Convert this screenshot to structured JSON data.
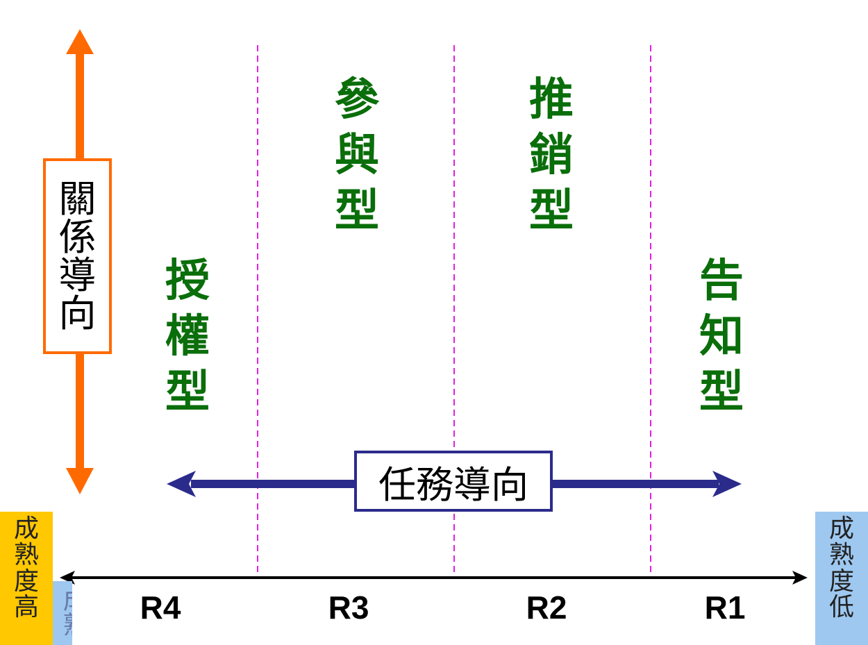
{
  "relationship_axis": {
    "label": "關係導向",
    "color": "#ff6a00"
  },
  "task_axis": {
    "label": "任務導向",
    "color": "#2b2b8c"
  },
  "styles": [
    {
      "id": "delegating",
      "label": "授權型",
      "stage": "R4"
    },
    {
      "id": "participating",
      "label": "參與型",
      "stage": "R3"
    },
    {
      "id": "selling",
      "label": "推銷型",
      "stage": "R2"
    },
    {
      "id": "telling",
      "label": "告知型",
      "stage": "R1"
    }
  ],
  "maturity_high": {
    "label": "成熟度高",
    "color": "#ffc800"
  },
  "maturity_low": {
    "label": "成熟度低",
    "color": "#9ec8f0"
  },
  "maturity_ghost": {
    "label": "成熟"
  },
  "divider_color": "#e020e0",
  "style_label_color": "#0a6e0a"
}
